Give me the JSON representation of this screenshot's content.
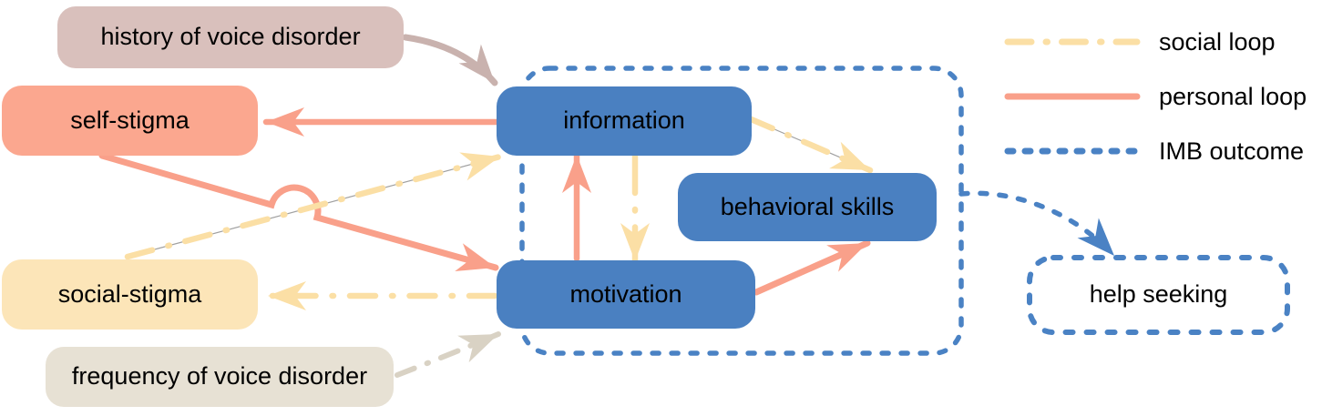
{
  "figure": {
    "background": "#ffffff",
    "text_color": "#000000"
  },
  "nodes": {
    "history": {
      "label": "history of voice disorder",
      "fill": "#d9c0bc"
    },
    "self_stigma": {
      "label": "self-stigma",
      "fill": "#fba78f"
    },
    "social_stigma": {
      "label": "social-stigma",
      "fill": "#fce5b8"
    },
    "frequency": {
      "label": "frequency of voice disorder",
      "fill": "#e7e1d4"
    },
    "information": {
      "label": "information",
      "fill": "#4a80c1"
    },
    "motivation": {
      "label": "motivation",
      "fill": "#4a80c1"
    },
    "behavioral_skills": {
      "label": "behavioral skills",
      "fill": "#4a80c1"
    },
    "help_seeking": {
      "label": "help seeking",
      "border_color": "#4a82c4",
      "fill": "#ffffff"
    }
  },
  "imb_container": {
    "border_color": "#4a82c4",
    "style": "dashed"
  },
  "legend": {
    "items": [
      {
        "label": "social loop",
        "color": "#fbdfa5",
        "style": "dash-dot"
      },
      {
        "label": "personal loop",
        "color": "#f9a08a",
        "style": "solid"
      },
      {
        "label": "IMB outcome",
        "color": "#4a82c4",
        "style": "dashed"
      }
    ]
  },
  "edges": [
    {
      "from": "history of voice disorder",
      "to": "information",
      "style": "solid",
      "color": "#c9b2ae"
    },
    {
      "from": "information",
      "to": "self-stigma",
      "style": "solid",
      "loop": "personal loop",
      "color": "#f9a08a"
    },
    {
      "from": "self-stigma",
      "to": "motivation",
      "style": "solid",
      "loop": "personal loop",
      "color": "#f9a08a"
    },
    {
      "from": "social-stigma",
      "to": "information",
      "style": "dash-dot",
      "loop": "social loop",
      "color": "#fbdfa5"
    },
    {
      "from": "motivation",
      "to": "social-stigma",
      "style": "dash-dot",
      "loop": "social loop",
      "color": "#fbdfa5"
    },
    {
      "from": "motivation",
      "to": "information",
      "style": "solid",
      "loop": "personal loop",
      "color": "#f9a08a"
    },
    {
      "from": "information",
      "to": "motivation",
      "style": "dash-dot",
      "loop": "social loop",
      "color": "#fbdfa5"
    },
    {
      "from": "information",
      "to": "behavioral skills",
      "style": "dash-dot",
      "loop": "social loop",
      "color": "#fbdfa5"
    },
    {
      "from": "motivation",
      "to": "behavioral skills",
      "style": "solid",
      "loop": "personal loop",
      "color": "#f9a08a"
    },
    {
      "from": "frequency of voice disorder",
      "to": "motivation",
      "style": "dash-dot",
      "color": "#d9d2c4"
    },
    {
      "from": "IMB model",
      "to": "help seeking",
      "style": "dashed",
      "loop": "IMB outcome",
      "color": "#4a82c4"
    }
  ]
}
